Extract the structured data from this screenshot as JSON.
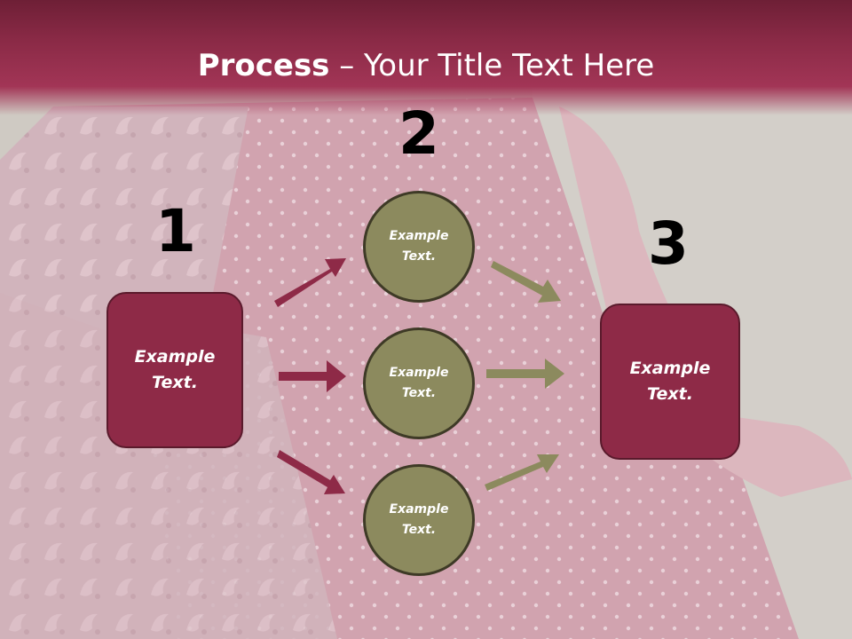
{
  "slide": {
    "title_bold": "Process",
    "title_rest": " – Your Title Text Here"
  },
  "steps": {
    "n1": "1",
    "n2": "2",
    "n3": "3"
  },
  "box_left": {
    "line1": "Example",
    "line2": "Text."
  },
  "box_right": {
    "line1": "Example",
    "line2": "Text."
  },
  "circles": [
    {
      "line1": "Example",
      "line2": "Text."
    },
    {
      "line1": "Example",
      "line2": "Text."
    },
    {
      "line1": "Example",
      "line2": "Text."
    }
  ],
  "colors": {
    "accent_crimson": "#8e2a47",
    "accent_olive": "#8c8a5e",
    "title_band": "#8a2a46"
  }
}
